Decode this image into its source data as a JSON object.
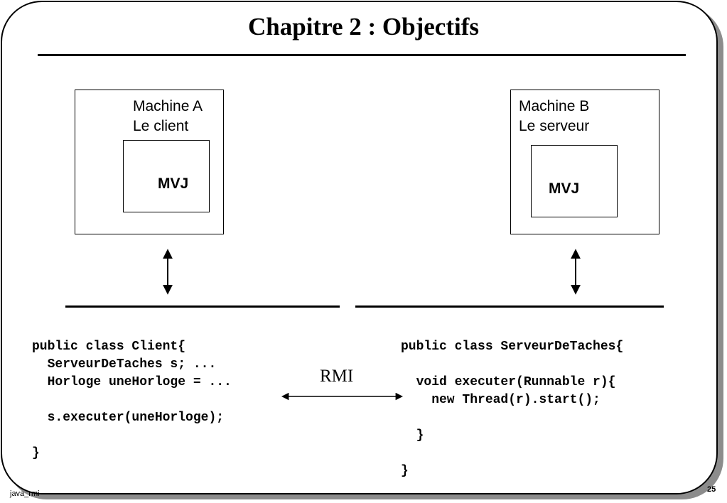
{
  "slide": {
    "title": "Chapitre 2 : Objectifs",
    "footer_left": "java_rmi",
    "page_number": "25"
  },
  "machine_a": {
    "name": "Machine A",
    "role": "Le client",
    "vm": "MVJ"
  },
  "machine_b": {
    "name": "Machine B",
    "role": "Le serveur",
    "vm": "MVJ"
  },
  "connection": {
    "label": "RMI"
  },
  "client_code": {
    "lines": [
      "public class Client{",
      "  ServeurDeTaches s; ...",
      "  Horloge uneHorloge = ...",
      "",
      "  s.executer(uneHorloge);",
      "",
      "}"
    ]
  },
  "server_code": {
    "lines": [
      "public class ServeurDeTaches{",
      "",
      "  void executer(Runnable r){",
      "    new Thread(r).start();",
      "",
      "  }",
      "",
      "}"
    ]
  }
}
